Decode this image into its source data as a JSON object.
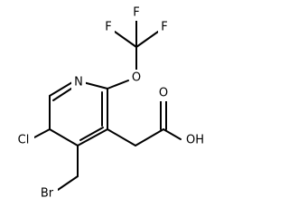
{
  "molecule": {
    "atom_labels": {
      "f1": "F",
      "f2": "F",
      "f3": "F",
      "o_ether": "O",
      "n_ring": "N",
      "cl": "Cl",
      "br": "Br",
      "o_carbonyl": "O",
      "oh": "OH"
    },
    "colors": {
      "bond": "#000000",
      "label": "#000000",
      "background": "#ffffff"
    }
  }
}
